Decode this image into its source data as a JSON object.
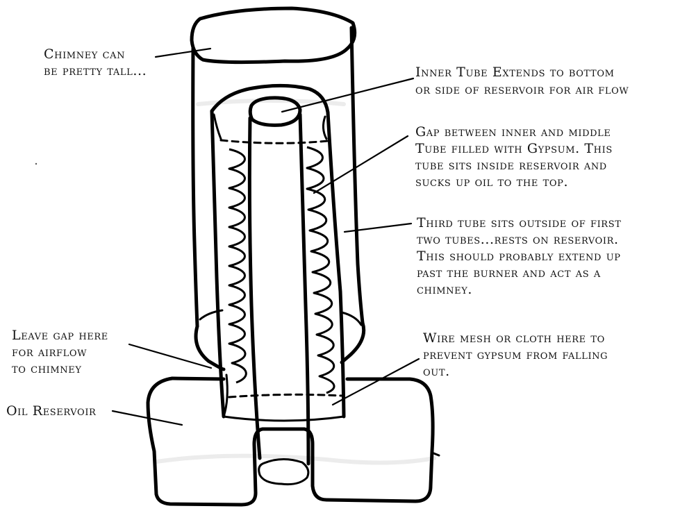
{
  "labels": {
    "chimney": [
      "Chimney can",
      "be pretty tall..."
    ],
    "inner_tube": [
      "Inner Tube Extends to bottom",
      "or side of reservoir for air flow"
    ],
    "gap_gypsum": [
      "Gap between inner and middle",
      "Tube filled with Gypsum.  This",
      "tube sits inside reservoir and",
      "sucks up oil to the top."
    ],
    "third_tube": [
      "Third tube sits outside of first",
      "two tubes...rests on reservoir.",
      "This should probably extend up",
      "past the burner and act as a",
      "chimney."
    ],
    "leave_gap": [
      "Leave gap here",
      "for airflow",
      "to chimney"
    ],
    "wire_mesh": [
      "Wire mesh or cloth here to",
      "prevent gypsum from falling",
      "out."
    ],
    "oil_reservoir": [
      "Oil Reservoir"
    ]
  }
}
